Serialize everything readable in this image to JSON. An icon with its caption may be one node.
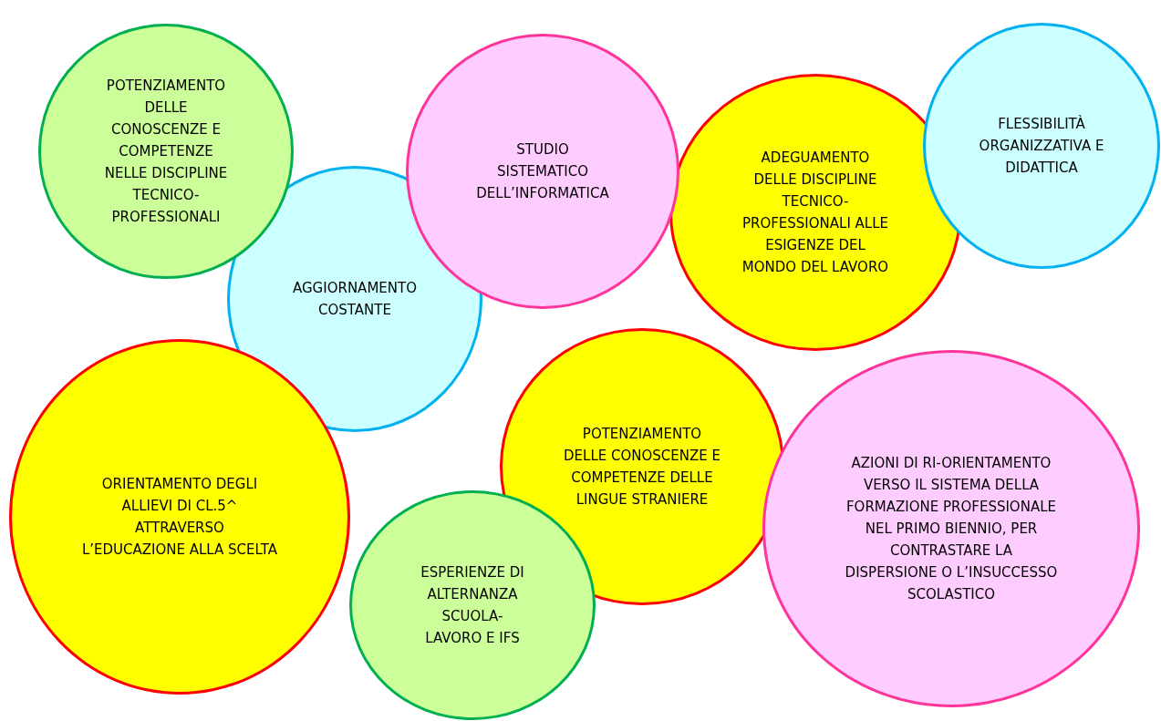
{
  "diagram": {
    "nodes": [
      {
        "text": [
          "POTENZIAMENTO DELLE CONOSCENZE E COMPETENZE NELLE DISCIPLINE TECNICO-PROFESSIONALI"
        ]
      },
      {
        "text": [
          "AGGIORNAMENTO COSTANTE"
        ]
      },
      {
        "text": [
          "STUDIO SISTEMATICO DELL’INFORMATICA"
        ]
      },
      {
        "text": [
          "ADEGUAMENTO DELLE DISCIPLINE TECNICO-PROFESSIONALI ALLE ESIGENZE DEL MONDO DEL LAVORO"
        ]
      },
      {
        "text": [
          "FLESSIBILITÀ ORGANIZZATIVA E DIDATTICA"
        ]
      },
      {
        "text": [
          "ORIENTAMENTO DEGLI ALLIEVI DI CL.5^ ATTRAVERSO L’EDUCAZIONE ALLA SCELTA"
        ]
      },
      {
        "text": [
          "POTENZIAMENTO DELLE CONOSCENZE E COMPETENZE DELLE LINGUE STRANIERE"
        ]
      },
      {
        "text": [
          "AZIONI DI RI-ORIENTAMENTO VERSO IL SISTEMA DELLA FORMAZIONE PROFESSIONALE NEL PRIMO BIENNIO, PER CONTRASTARE LA DISPERSIONE O L’INSUCCESSO SCOLASTICO"
        ]
      },
      {
        "text": [
          "ESPERIENZE DI ALTERNANZA SCUOLA-LAVORO E IFS"
        ]
      }
    ]
  }
}
